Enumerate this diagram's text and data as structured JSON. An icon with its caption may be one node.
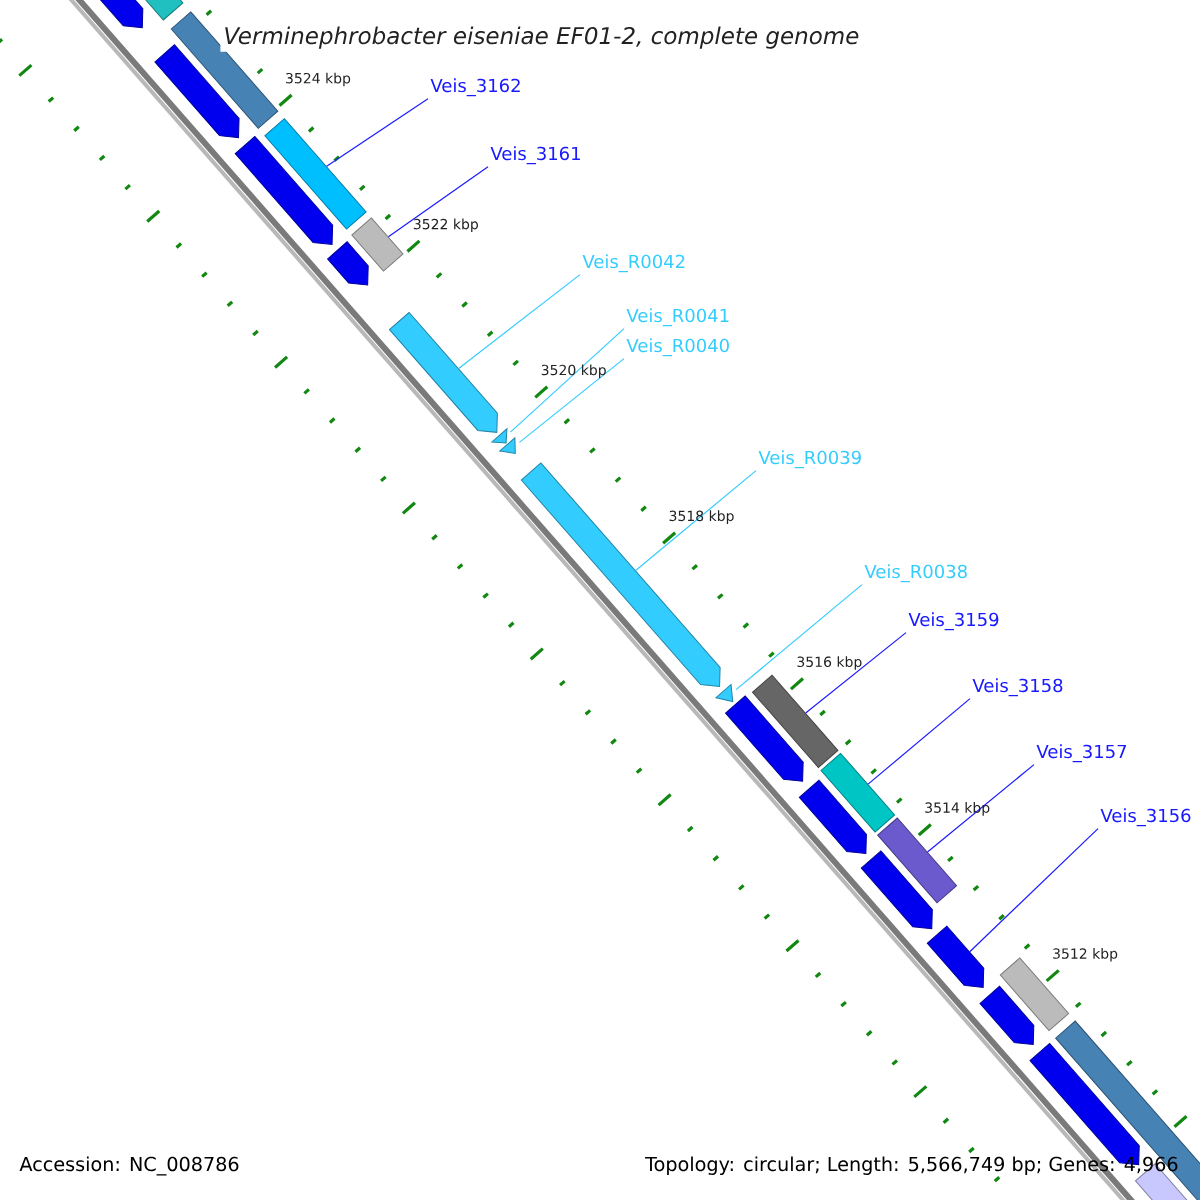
{
  "diagram": {
    "title": "Verminephrobacter eiseniae EF01-2, complete genome",
    "nodes": [
      {
        "text": [
          "Veis_3162"
        ]
      },
      {
        "text": [
          "Veis_3161"
        ]
      },
      {
        "text": [
          "Veis_R0042"
        ]
      },
      {
        "text": [
          "Veis_R0041"
        ]
      },
      {
        "text": [
          "Veis_R0040"
        ]
      },
      {
        "text": [
          "Veis_R0039"
        ]
      },
      {
        "text": [
          "Veis_R0038"
        ]
      },
      {
        "text": [
          "Veis_3159"
        ]
      },
      {
        "text": [
          "Veis_3158"
        ]
      },
      {
        "text": [
          "Veis_3157"
        ]
      },
      {
        "text": [
          "Veis_3156"
        ]
      },
      {
        "text": [],
        "shape": "arrow"
      },
      {
        "text": [],
        "shape": "box"
      },
      {
        "text": [],
        "shape": "box"
      },
      {
        "text": [],
        "shape": "arrow"
      },
      {
        "text": [],
        "shape": "arrow"
      },
      {
        "text": [],
        "shape": "box"
      },
      {
        "text": [],
        "shape": "box"
      },
      {
        "text": [],
        "shape": "arrow"
      },
      {
        "text": [],
        "shape": "arrow"
      },
      {
        "text": [],
        "shape": "triangle"
      },
      {
        "text": [],
        "shape": "triangle"
      },
      {
        "text": [],
        "shape": "arrow"
      },
      {
        "text": [],
        "shape": "triangle"
      },
      {
        "text": [],
        "shape": "arrow"
      },
      {
        "text": [],
        "shape": "box"
      },
      {
        "text": [],
        "shape": "box"
      },
      {
        "text": [],
        "shape": "arrow"
      },
      {
        "text": [],
        "shape": "box"
      },
      {
        "text": [],
        "shape": "arrow"
      },
      {
        "text": [],
        "shape": "arrow"
      },
      {
        "text": [],
        "shape": "box"
      },
      {
        "text": [],
        "shape": "arrow"
      },
      {
        "text": [],
        "shape": "arrow"
      },
      {
        "text": [],
        "shape": "box"
      },
      {
        "text": [],
        "shape": "box"
      }
    ],
    "edges": [
      {
        "from": 0,
        "to": 16,
        "arrow": "none"
      },
      {
        "from": 1,
        "to": 17,
        "arrow": "none"
      },
      {
        "from": 2,
        "to": 19,
        "arrow": "none",
        "color": "#33ccff"
      },
      {
        "from": 3,
        "to": 20,
        "arrow": "none",
        "color": "#33ccff"
      },
      {
        "from": 4,
        "to": 21,
        "arrow": "none",
        "color": "#33ccff"
      },
      {
        "from": 5,
        "to": 22,
        "arrow": "none",
        "color": "#33ccff"
      },
      {
        "from": 6,
        "to": 23,
        "arrow": "none",
        "color": "#33ccff"
      },
      {
        "from": 7,
        "to": 25,
        "arrow": "none"
      },
      {
        "from": 8,
        "to": 26,
        "arrow": "none"
      },
      {
        "from": 9,
        "to": 28,
        "arrow": "none"
      },
      {
        "from": 10,
        "to": 30,
        "arrow": "none"
      }
    ],
    "labels": [
      "3524 kbp",
      "3522 kbp",
      "3520 kbp",
      "3518 kbp",
      "3516 kbp",
      "3514 kbp",
      "3512 kbp",
      "Accession: NC_008786",
      "Topology: circular; Length: 5,566,749 bp; Genes: 4,966"
    ]
  }
}
